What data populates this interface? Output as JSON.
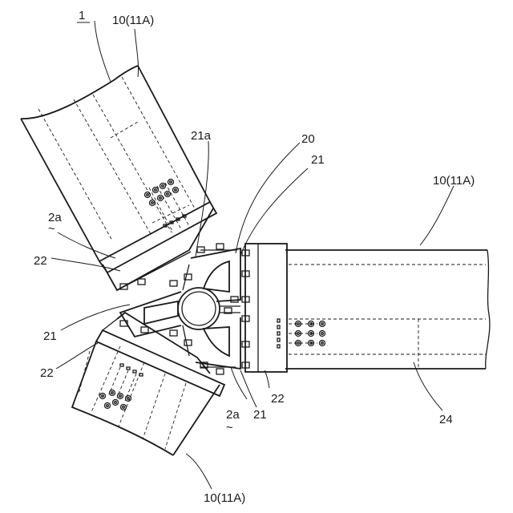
{
  "labels": {
    "ref_1": "1",
    "member_top": "10(11A)",
    "member_right": "10(11A)",
    "member_bottom": "10(11A)",
    "ref_20": "20",
    "ref_21_top": "21",
    "ref_21a": "21a",
    "ref_21_left": "21",
    "ref_21_bottom": "21",
    "ref_22_left_upper": "22",
    "ref_22_left_lower": "22",
    "ref_22_right": "22",
    "ref_2a_upper": "2a",
    "ref_2a_lower": "2a",
    "ref_24": "24",
    "tilde": "~"
  },
  "colors": {
    "ink": "#1a1a1a",
    "background": "#ffffff"
  }
}
